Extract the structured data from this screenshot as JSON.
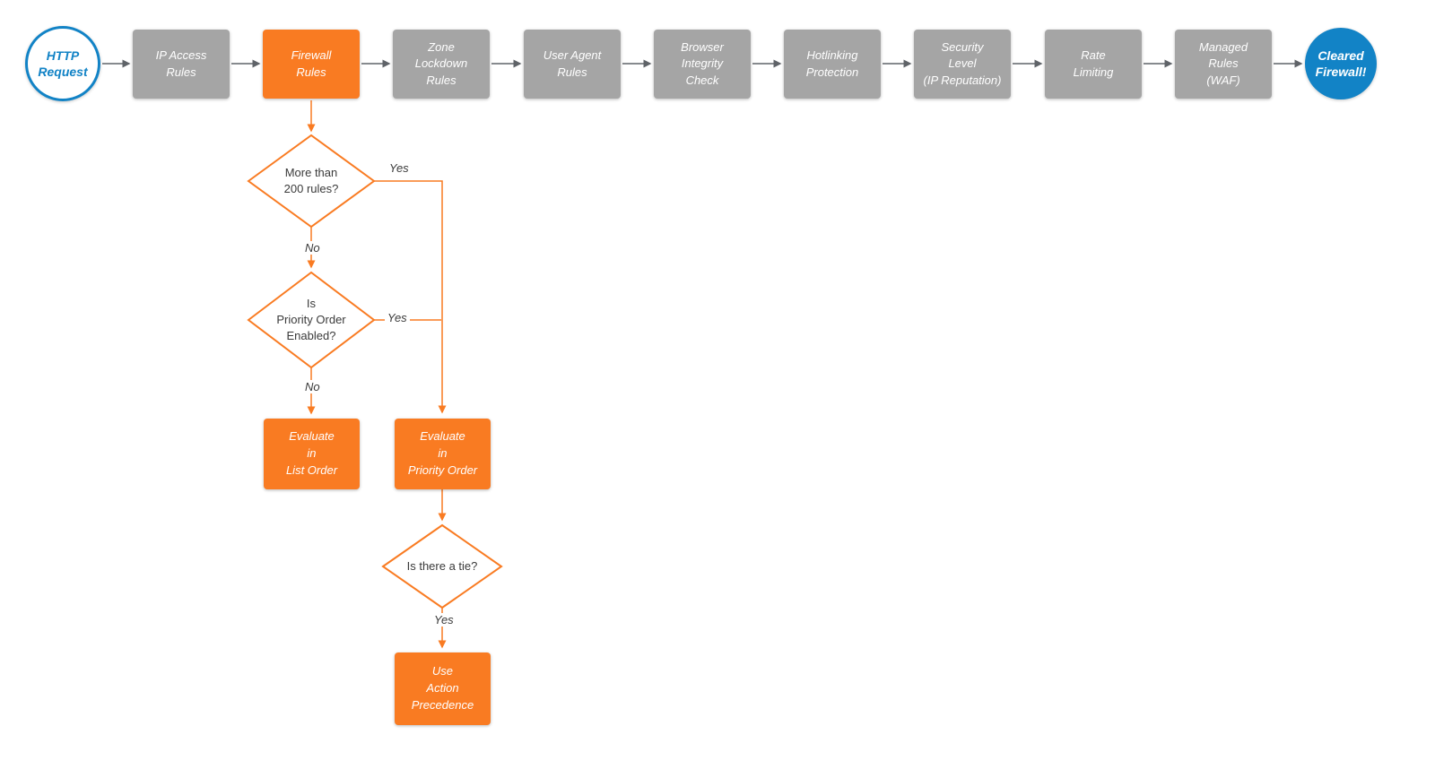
{
  "colors": {
    "orange": "#F97B22",
    "gray": "#A5A5A5",
    "blue": "#1283C6",
    "line-gray": "#5F6368"
  },
  "flow": {
    "start_label": "HTTP\nRequest",
    "end_label": "Cleared\nFirewall!",
    "steps": [
      {
        "label": "IP Access\nRules",
        "color": "gray"
      },
      {
        "label": "Firewall\nRules",
        "color": "orange"
      },
      {
        "label": "Zone\nLockdown\nRules",
        "color": "gray"
      },
      {
        "label": "User Agent\nRules",
        "color": "gray"
      },
      {
        "label": "Browser\nIntegrity\nCheck",
        "color": "gray"
      },
      {
        "label": "Hotlinking\nProtection",
        "color": "gray"
      },
      {
        "label": "Security\nLevel\n(IP Reputation)",
        "color": "gray"
      },
      {
        "label": "Rate\nLimiting",
        "color": "gray"
      },
      {
        "label": "Managed\nRules\n(WAF)",
        "color": "gray"
      }
    ]
  },
  "decisions": [
    {
      "label": "More than\n200 rules?",
      "yes": "Yes",
      "no": "No"
    },
    {
      "label": "Is\nPriority Order\nEnabled?",
      "yes": "Yes",
      "no": "No"
    },
    {
      "label": "Is there a tie?",
      "yes": "Yes"
    }
  ],
  "processes": [
    {
      "label": "Evaluate\nin\nList Order"
    },
    {
      "label": "Evaluate\nin\nPriority Order"
    },
    {
      "label": "Use\nAction\nPrecedence"
    }
  ]
}
